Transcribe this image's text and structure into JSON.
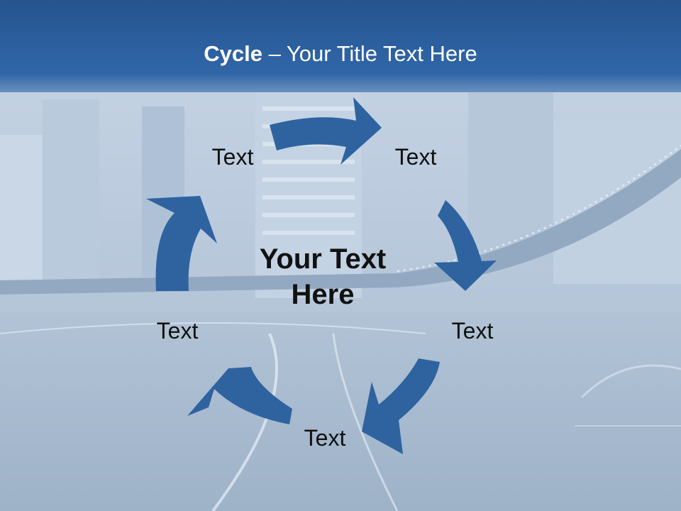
{
  "title": {
    "bold": "Cycle",
    "rest": " – Your Title Text Here"
  },
  "center_text": {
    "line1": "Your Text",
    "line2": "Here"
  },
  "nodes": [
    {
      "label": "Text"
    },
    {
      "label": "Text"
    },
    {
      "label": "Text"
    },
    {
      "label": "Text"
    },
    {
      "label": "Text"
    }
  ],
  "colors": {
    "arrow": "#2e63a0",
    "title_bar": "#2f65a6"
  }
}
